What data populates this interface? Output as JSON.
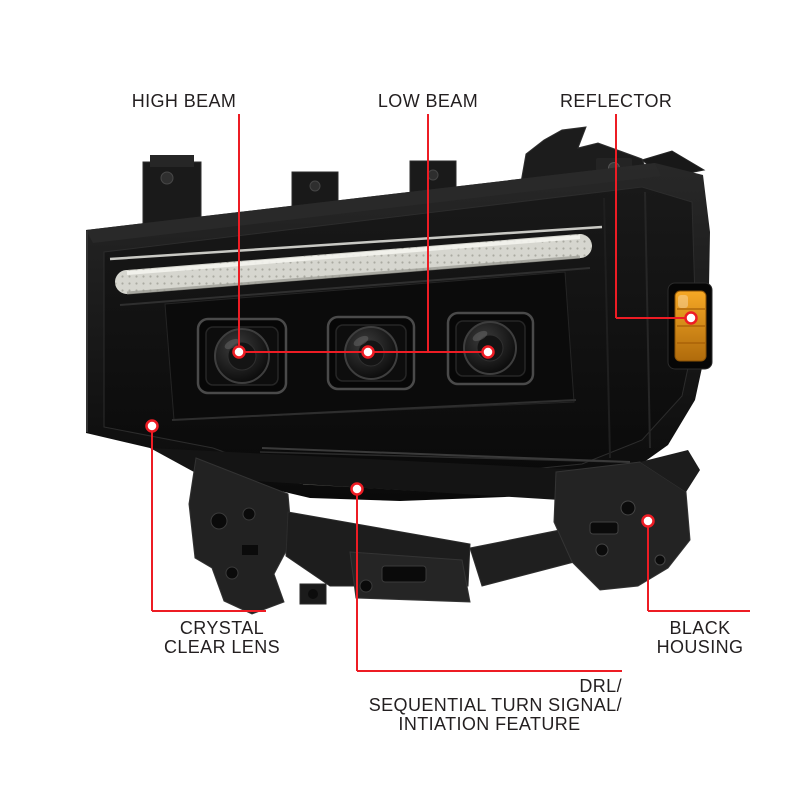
{
  "callouts": {
    "high_beam": {
      "lines": [
        "HIGH BEAM"
      ]
    },
    "low_beam": {
      "lines": [
        "LOW BEAM"
      ]
    },
    "reflector": {
      "lines": [
        "REFLECTOR"
      ]
    },
    "crystal_clear_lens": {
      "lines": [
        "CRYSTAL",
        "CLEAR LENS"
      ]
    },
    "black_housing": {
      "lines": [
        "BLACK",
        "HOUSING"
      ]
    },
    "drl_feature": {
      "lines": [
        "DRL/",
        "SEQUENTIAL TURN SIGNAL/",
        "INTIATION FEATURE"
      ]
    }
  },
  "colors": {
    "callout_line": "#ed1c24",
    "label_text": "#231f20",
    "background": "#ffffff",
    "housing_black": "#0e0e0e",
    "drl_bar_gray": "#d6d6cf",
    "reflector_amber": "#e89a1e"
  }
}
